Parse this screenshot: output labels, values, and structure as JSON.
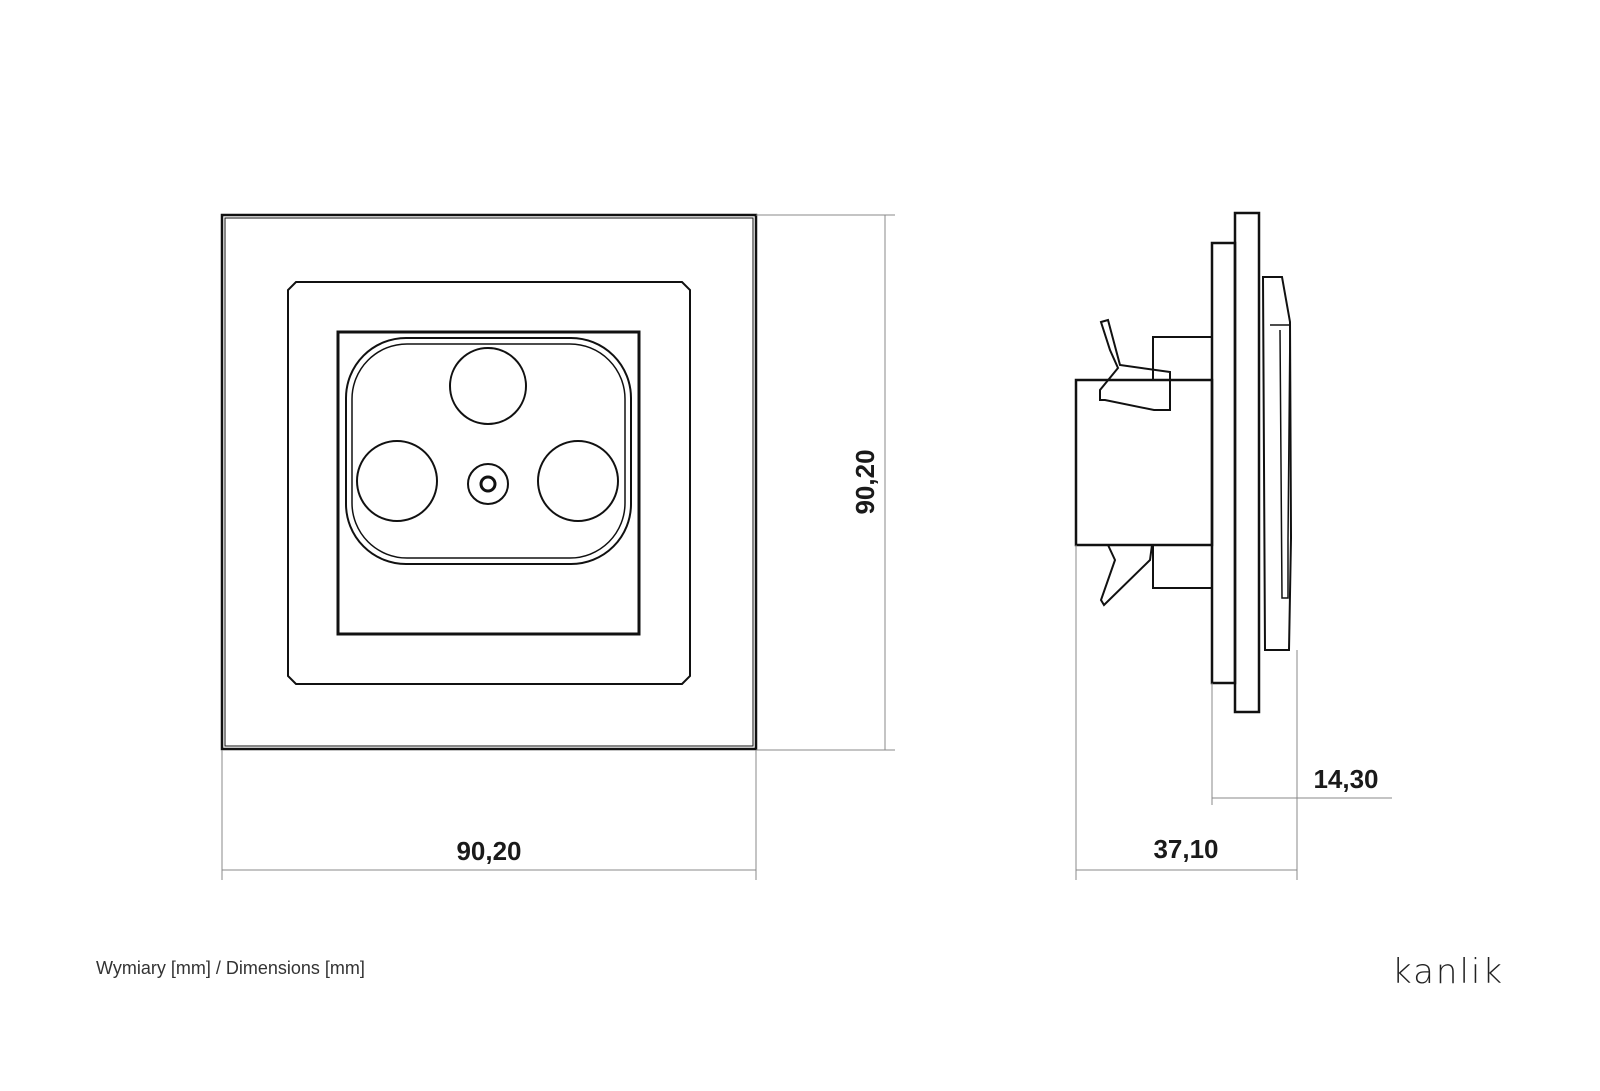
{
  "dimensions": {
    "front_width": "90,20",
    "front_height": "90,20",
    "side_depth": "37,10",
    "side_front": "14,30"
  },
  "caption": "Wymiary [mm] / Dimensions [mm]",
  "brand": "kanlik",
  "colors": {
    "line": "#111111",
    "dim_line": "#888888"
  }
}
